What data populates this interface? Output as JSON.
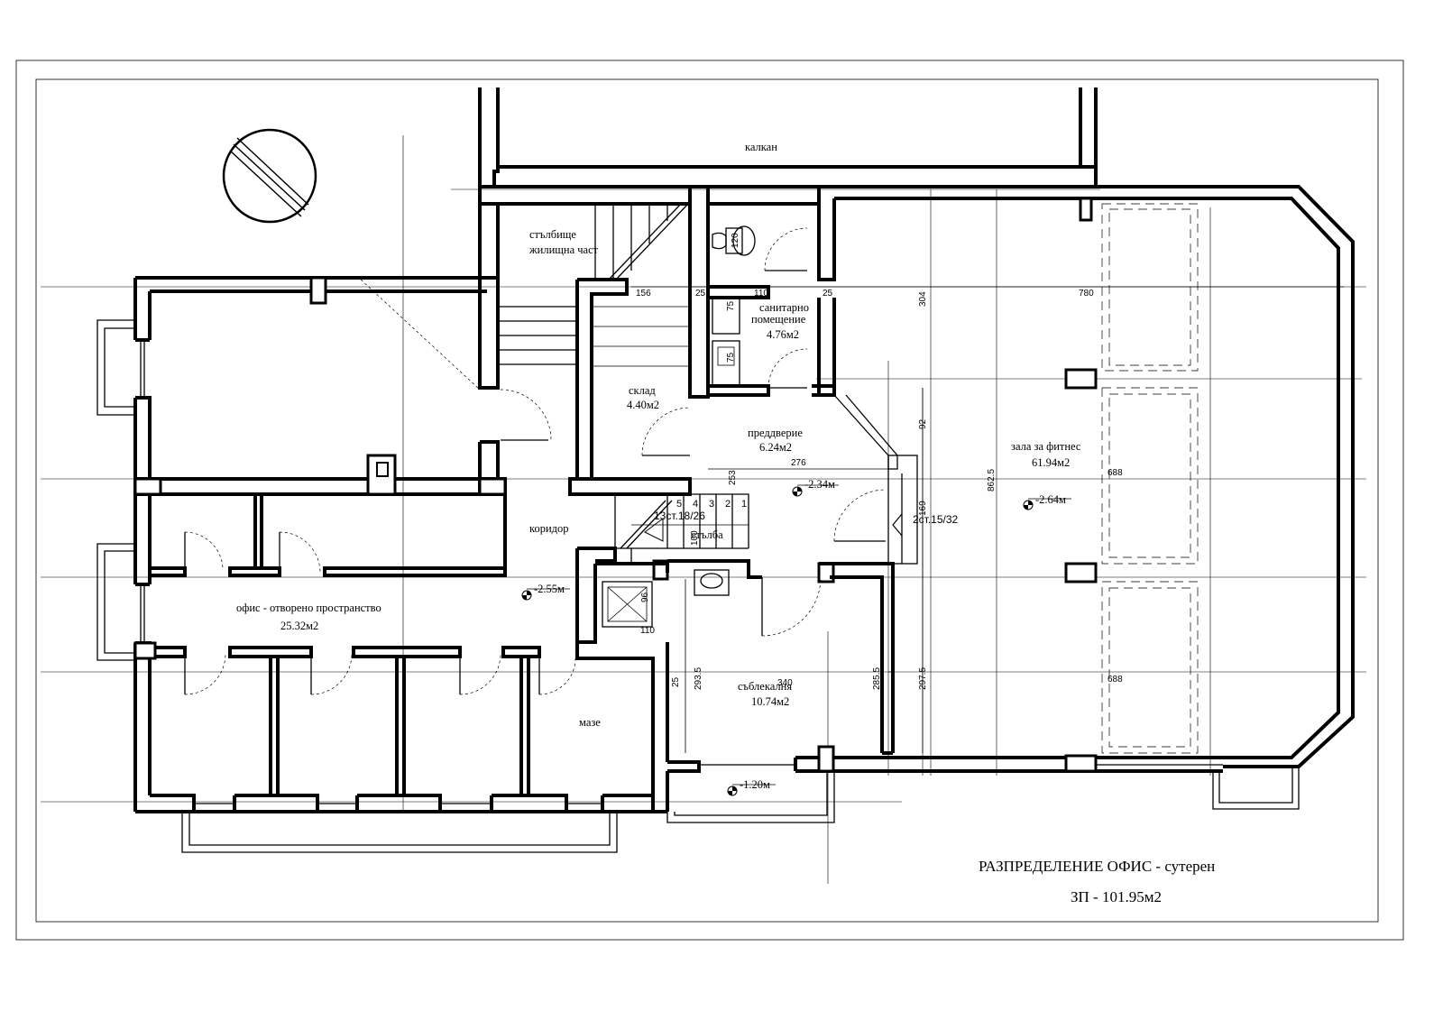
{
  "plan": {
    "title": "РАЗПРЕДЕЛЕНИЕ ОФИС - сутерен",
    "area": "ЗП - 101.95м2"
  },
  "rooms": {
    "kalkan": "калкан",
    "stair_res_1": "стълбище",
    "stair_res_2": "жилищна част",
    "sanitary_1": "санитарно",
    "sanitary_2": "помещение",
    "sanitary_area": "4.76м2",
    "storage": "склад",
    "storage_area": "4.40м2",
    "lobby": "преддверие",
    "lobby_area": "6.24м2",
    "corridor": "коридор",
    "office": "офис - отворено пространство",
    "office_area": "25.32м2",
    "fitness": "зала за фитнес",
    "fitness_area": "61.94м2",
    "stair": "стълба",
    "stair_spec": "13ст.18/26",
    "ramp_spec": "2ст.15/32",
    "changing": "съблекалня",
    "changing_area": "10.74м2",
    "cellar": "мазе"
  },
  "levels": {
    "lobby": "-2.34м",
    "fitness": "-2.64м",
    "corridor": "-2.55м",
    "entry": "-1.20м"
  },
  "dims": {
    "d156": "156",
    "d25a": "25",
    "d110a": "110",
    "d25b": "25",
    "d780": "780",
    "d304": "304",
    "d120": "120",
    "d75a": "75",
    "d75b": "75",
    "d92": "92",
    "d276": "276",
    "d253": "253",
    "d169": "169",
    "d862": "862.5",
    "d688a": "688",
    "d688b": "688",
    "d100": "100",
    "d340": "340",
    "d293": "293.5",
    "d285": "285.5",
    "d297": "297.5",
    "d25c": "25",
    "d110b": "110",
    "d96": "96",
    "s1": "1",
    "s2": "2",
    "s3": "3",
    "s4": "4",
    "s5": "5"
  }
}
